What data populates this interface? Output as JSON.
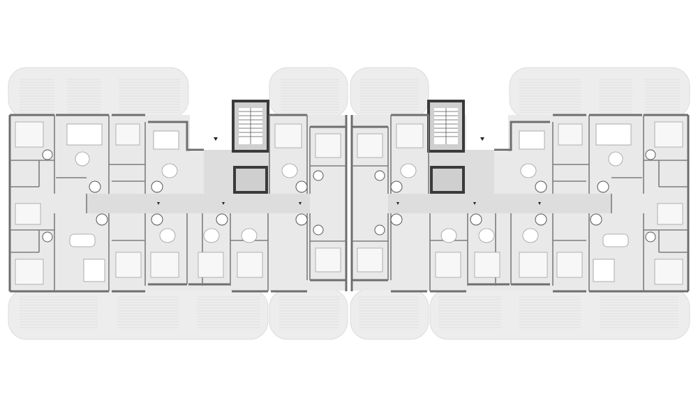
{
  "drawing": {
    "type": "floor-plan",
    "colors": {
      "background": "#ffffff",
      "balcony": "#ededed",
      "floor": "#e9e9e9",
      "corridor": "#dddddd",
      "wall": "#6e6e6e",
      "core": "#3a3a3a"
    },
    "wings": 2,
    "stair_cores": 2,
    "text_labels": []
  }
}
